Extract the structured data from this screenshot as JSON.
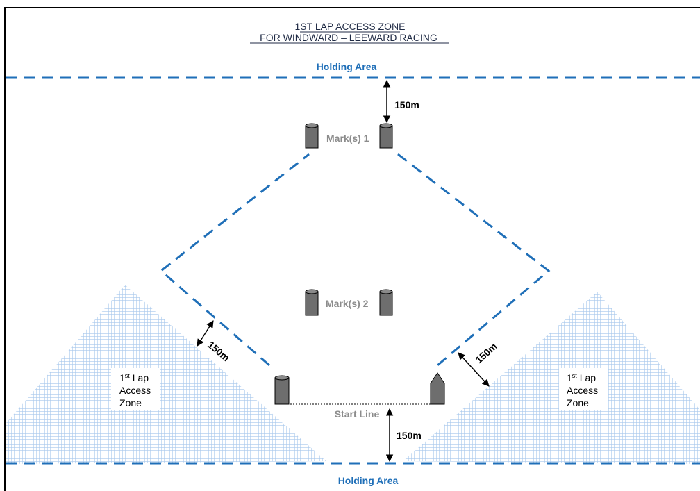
{
  "title": {
    "line1": "1ST LAP ACCESS ZONE",
    "line2": "FOR WINDWARD – LEEWARD RACING"
  },
  "holding_area_top": "Holding Area",
  "holding_area_bottom": "Holding Area",
  "distances": {
    "top": "150m",
    "left": "150m",
    "right": "150m",
    "bottom": "150m"
  },
  "marks": {
    "mark1": "Mark(s) 1",
    "mark2": "Mark(s) 2"
  },
  "start_line": "Start Line",
  "zones": {
    "left": {
      "ordinal": "1",
      "suffix": "st",
      "lap": " Lap",
      "line2": "Access",
      "line3": "Zone"
    },
    "right": {
      "ordinal": "1",
      "suffix": "st",
      "lap": " Lap",
      "line2": "Access",
      "line3": "Zone"
    }
  },
  "colors": {
    "dashed_line": "#1f6fb8",
    "zone_grid": "#a8c8ec",
    "buoy": "#6e6e6e",
    "frame": "#000000"
  }
}
